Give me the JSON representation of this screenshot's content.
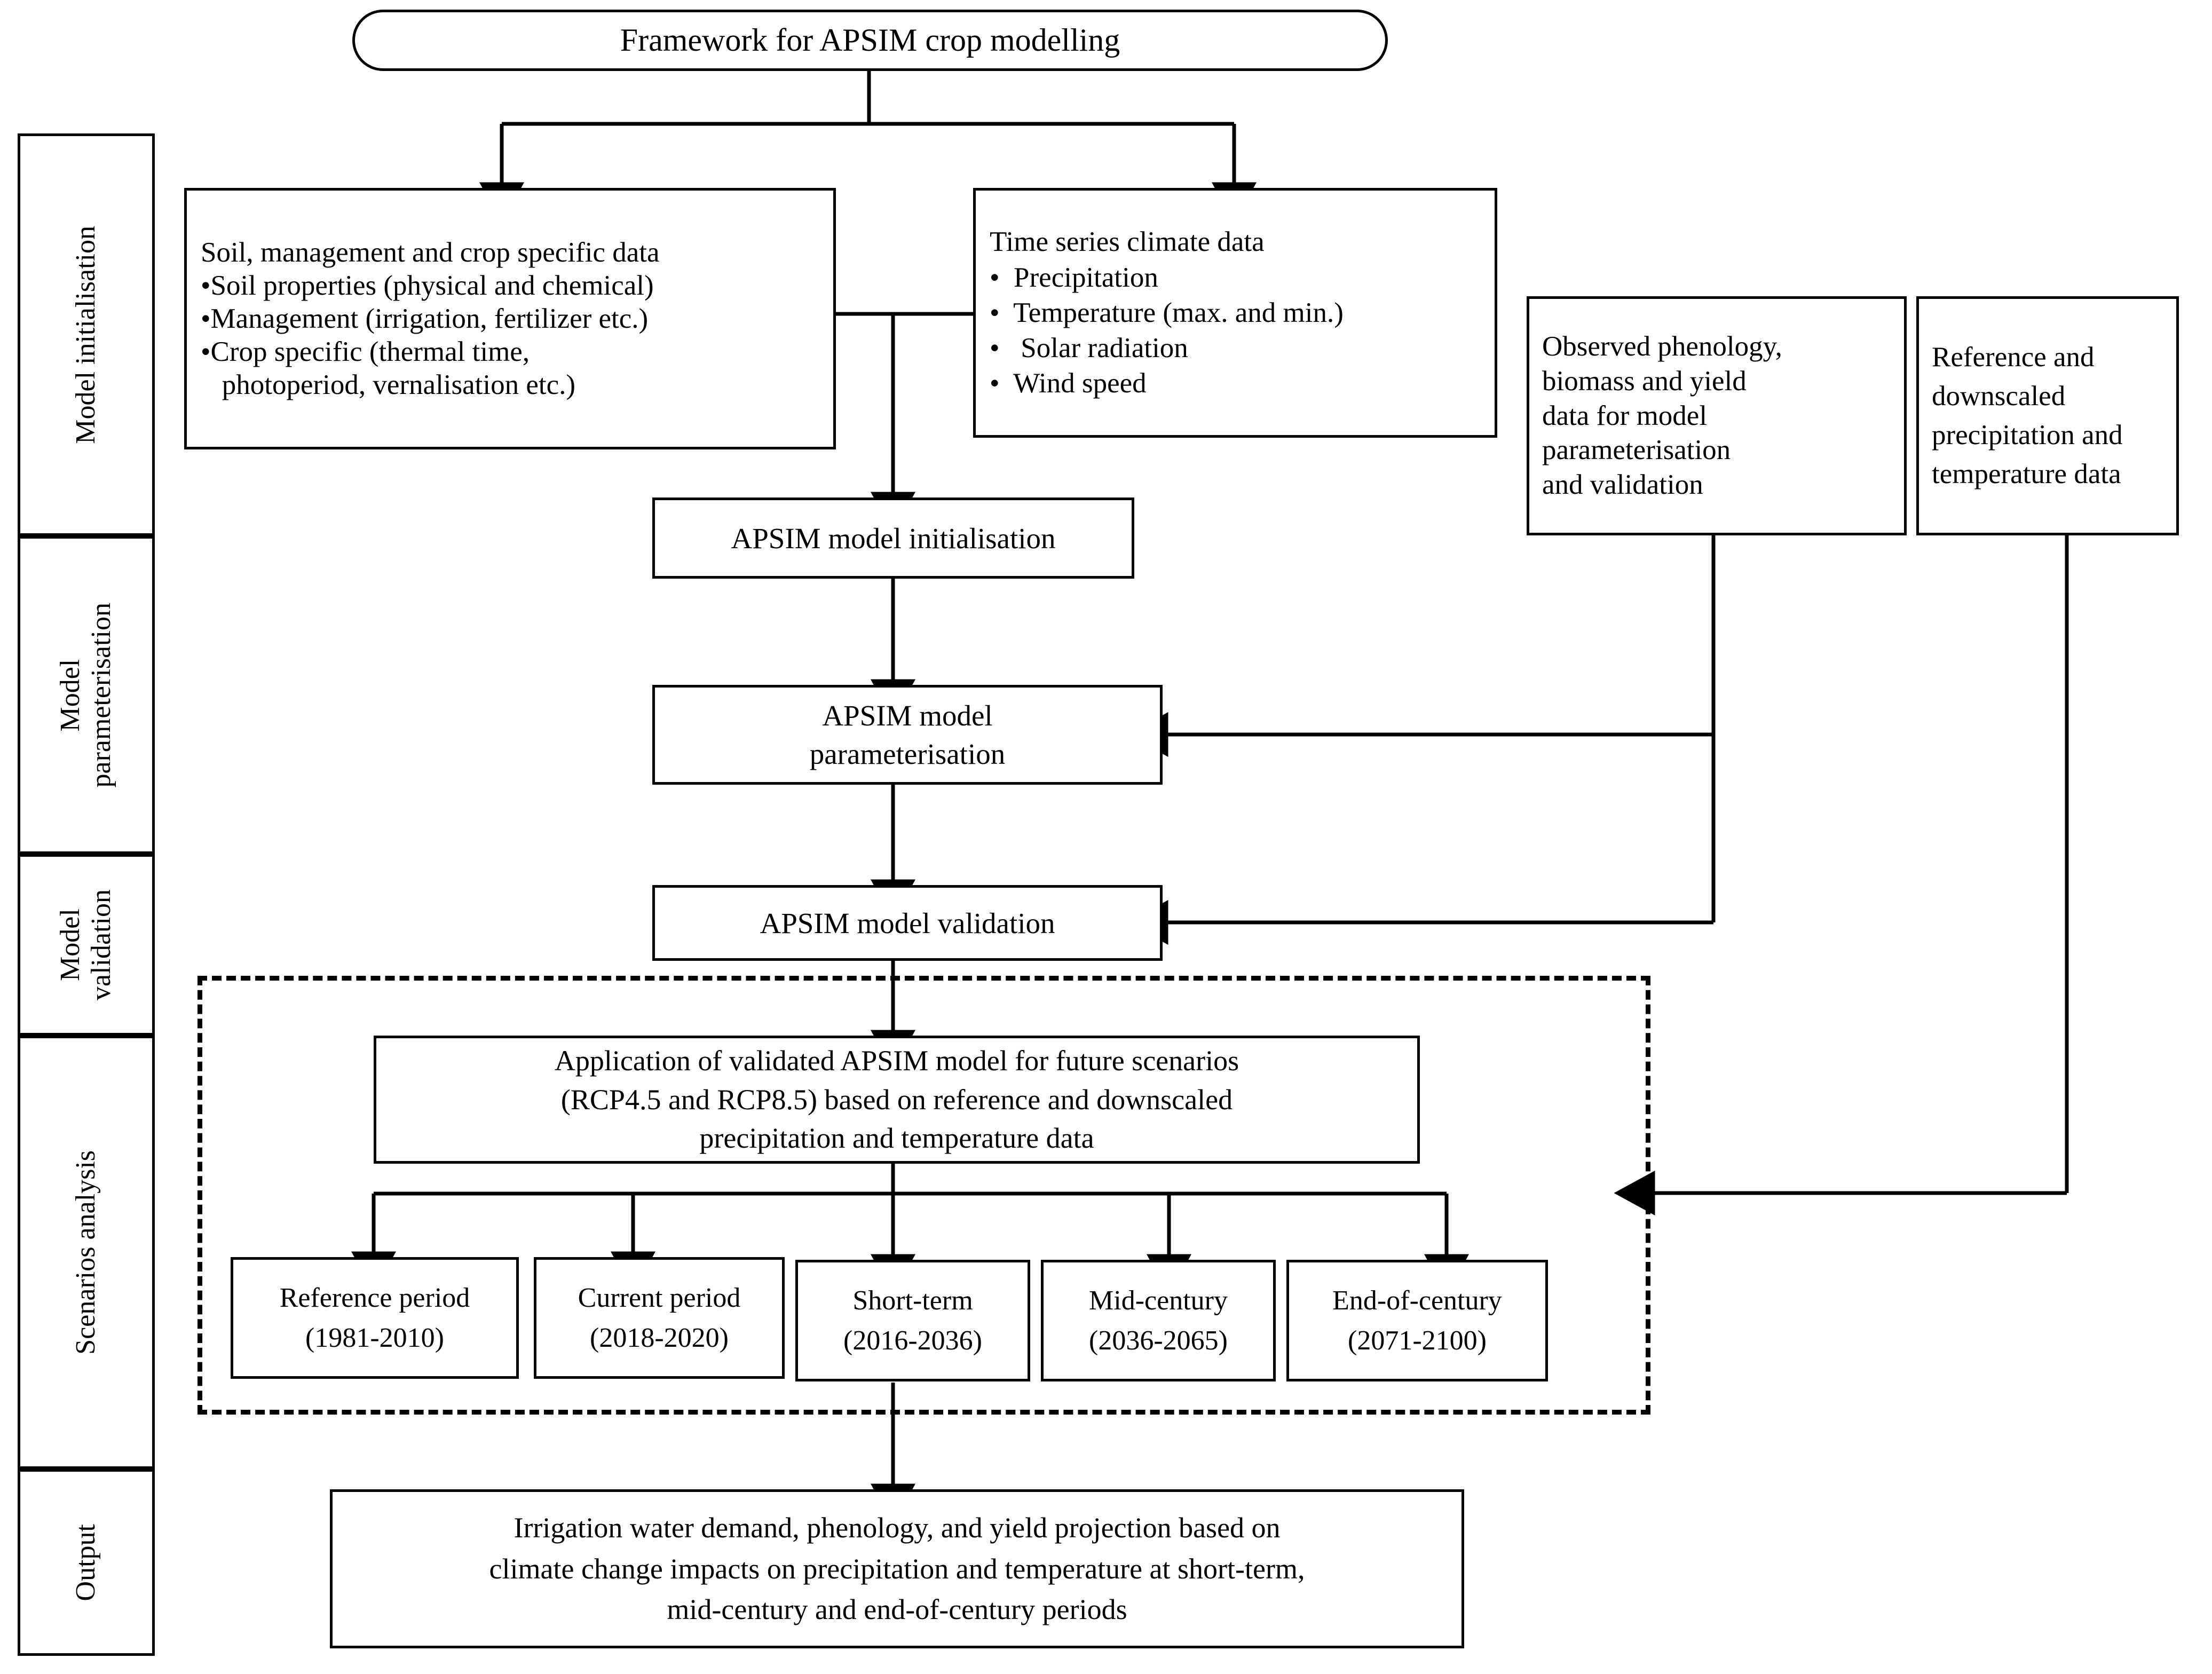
{
  "diagram": {
    "title": "Framework for APSIM crop modelling",
    "stages": [
      {
        "id": "model-initialisation",
        "label": "Model initialisation"
      },
      {
        "id": "model-parameterisation",
        "label": "Model\nparameterisation"
      },
      {
        "id": "model-validation",
        "label": "Model\nvalidation"
      },
      {
        "id": "scenarios-analysis",
        "label": "Scenarios analysis"
      },
      {
        "id": "output",
        "label": "Output"
      }
    ],
    "inputs": {
      "soil_box": {
        "heading": "Soil, management and crop specific data",
        "bullets": [
          "•Soil properties (physical and chemical)",
          "•Management (irrigation, fertilizer etc.)",
          "•Crop specific (thermal time,",
          "   photoperiod, vernalisation etc.)"
        ]
      },
      "climate_box": {
        "heading": "Time series climate data",
        "bullets": [
          "•  Precipitation",
          "•  Temperature (max. and min.)",
          "•   Solar radiation",
          "•  Wind speed"
        ]
      },
      "observed_box": {
        "lines": [
          "Observed phenology,",
          "biomass and yield",
          "data for model",
          "parameterisation",
          "and validation"
        ]
      },
      "reference_box": {
        "lines": [
          "Reference and",
          "downscaled",
          "precipitation and",
          "temperature data"
        ]
      }
    },
    "process": {
      "initialisation": {
        "lines": [
          "APSIM model initialisation"
        ]
      },
      "parameterisation": {
        "lines": [
          "APSIM model",
          "parameterisation"
        ]
      },
      "validation": {
        "lines": [
          "APSIM model validation"
        ]
      },
      "application": {
        "lines": [
          "Application of validated APSIM model for future scenarios",
          "(RCP4.5 and RCP8.5) based on reference and downscaled",
          "precipitation and temperature data"
        ]
      }
    },
    "periods": [
      {
        "name": "Reference period",
        "range": "(1981-2010)"
      },
      {
        "name": "Current period",
        "range": "(2018-2020)"
      },
      {
        "name": "Short-term",
        "range": "(2016-2036)"
      },
      {
        "name": "Mid-century",
        "range": "(2036-2065)"
      },
      {
        "name": "End-of-century",
        "range": "(2071-2100)"
      }
    ],
    "output_box": {
      "lines": [
        "Irrigation water demand, phenology, and yield projection based on",
        "climate change impacts on precipitation and temperature at short-term,",
        "mid-century and end-of-century periods"
      ]
    },
    "colors": {
      "stroke": "#000000",
      "fill": "#ffffff"
    }
  }
}
